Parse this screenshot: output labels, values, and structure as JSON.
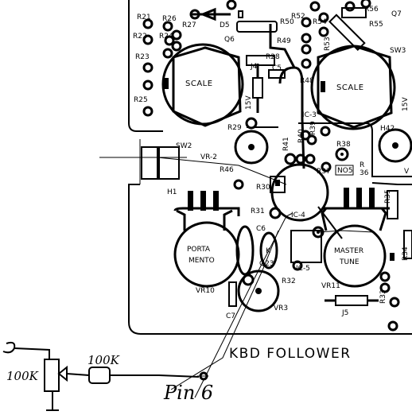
{
  "board": {
    "title": "KBD FOLLOWER",
    "pots": {
      "scale_left": "SCALE",
      "scale_right": "SCALE",
      "porta_1": "PORTA",
      "porta_2": "MENTO",
      "master_1": "MASTER",
      "master_2": "TUNE"
    },
    "labels": {
      "r21": "R21",
      "r26": "R26",
      "r27": "R27",
      "d5": "D5",
      "r22": "R22",
      "r24": "R24",
      "q6": "Q6",
      "r23": "R23",
      "r25": "R25",
      "r50": "R50",
      "r52": "R52",
      "r54": "R54",
      "r56": "R56",
      "q7": "Q7",
      "r55": "R55",
      "r49": "R49",
      "r53": "R53",
      "sw3": "SW3",
      "r28": "R28",
      "c5": "C5",
      "j4": "J4",
      "r48": "R48",
      "v15a": "15V",
      "v15b": "15V",
      "ic3": "IC-3",
      "r29": "R29",
      "sw2": "SW2",
      "r41": "R41",
      "r40": "R40",
      "r39": "R39",
      "r38": "R38",
      "h42": "H42",
      "vr2": "VR-2",
      "r46": "R46",
      "r37": "R37",
      "r": "R",
      "r36": "36",
      "nos": "NO5",
      "v": "V",
      "h1": "H1",
      "r30": "R30",
      "r35": "R35",
      "r31": "R31",
      "ic4": "IC-4",
      "c6": "C6",
      "k": "K",
      "q23": "Q23",
      "ic5": "IC-5",
      "r34": "R34",
      "r32": "R32",
      "vr10": "VR10",
      "vr11": "VR11",
      "r33": "R33",
      "c7": "C7",
      "vr3": "VR3",
      "j5": "J5"
    }
  },
  "annotation": {
    "pot_value": "100K",
    "resistor_value": "100K",
    "pin_note": "Pin 6"
  }
}
